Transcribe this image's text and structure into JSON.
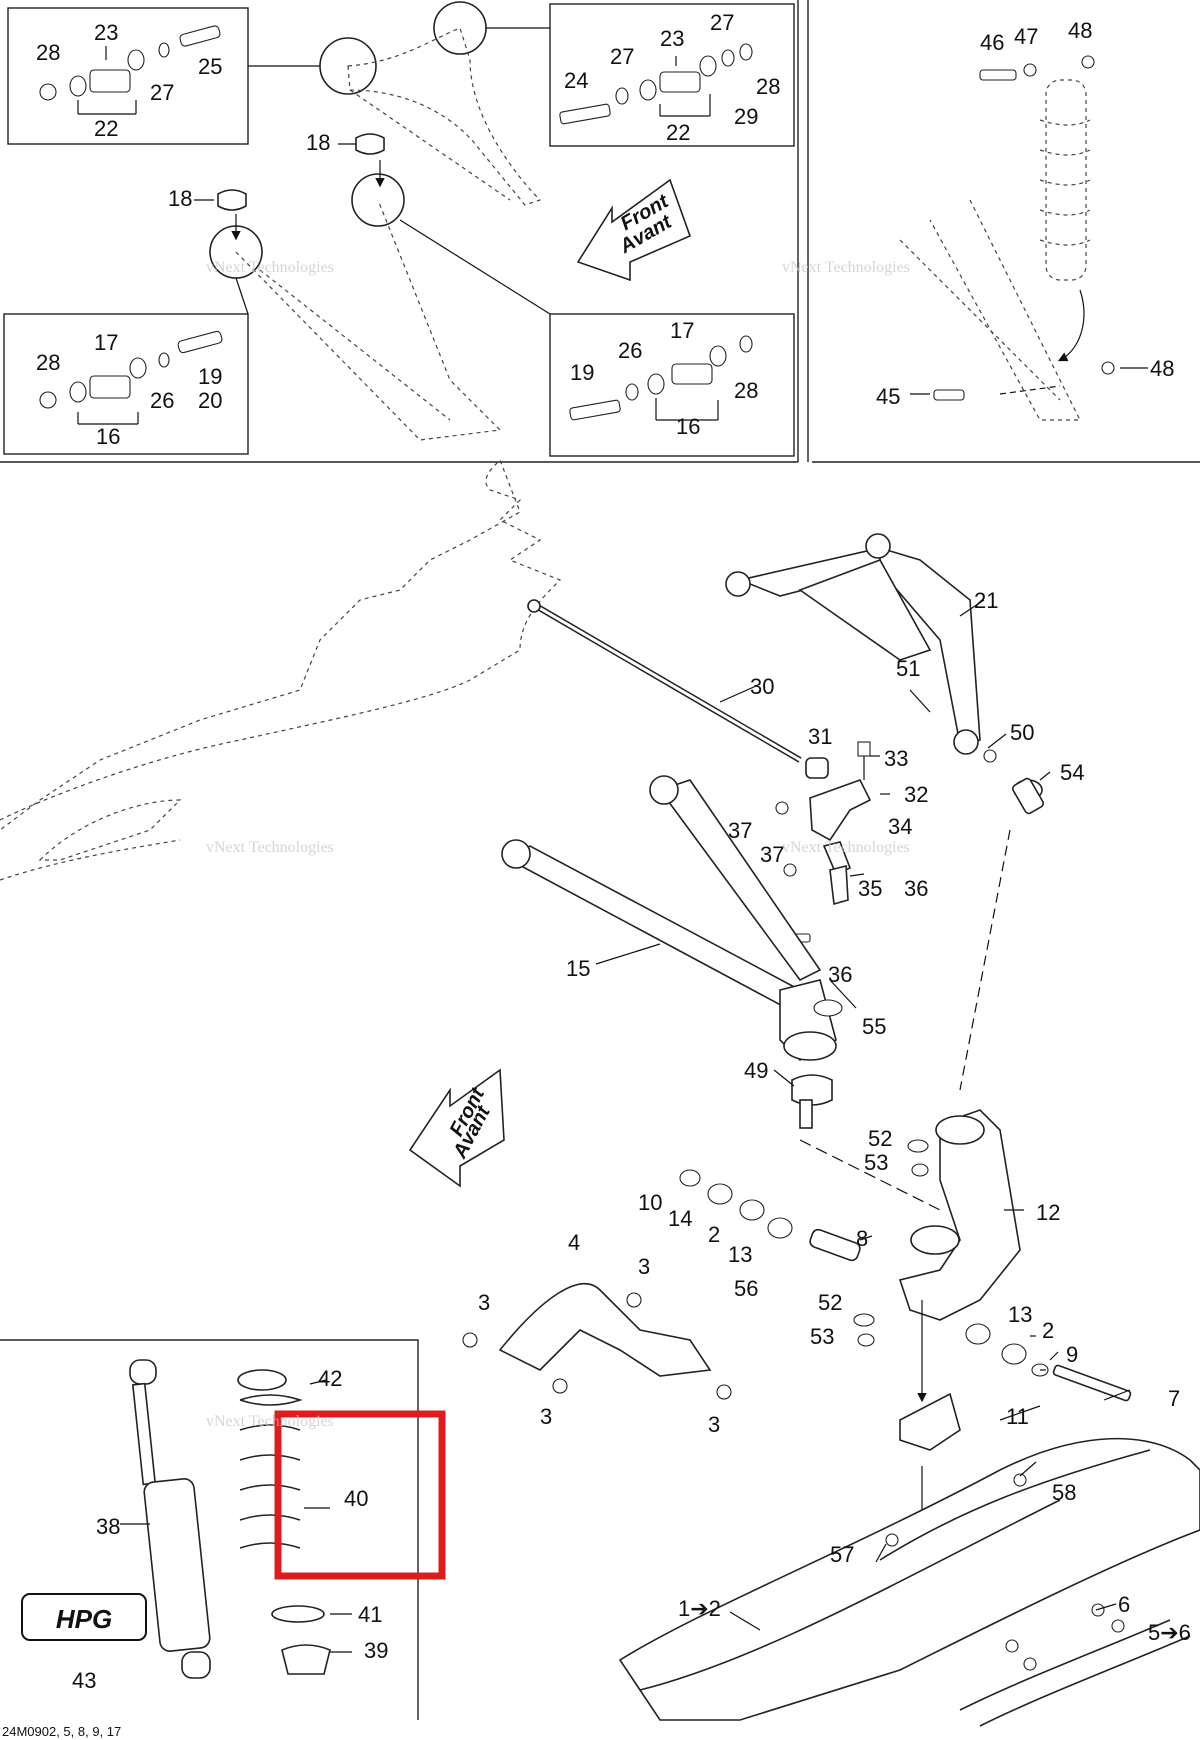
{
  "diagram": {
    "figure_code": "24M0902, 5, 8, 9, 17",
    "watermark": [
      "vNext Technologies",
      "vNext Technologies",
      "vNext Technologies",
      "vNext Technologies",
      "vNext Technologies"
    ],
    "front_arrow": {
      "line1": "Front",
      "line2": "Avant"
    },
    "hpg_logo": "HPG",
    "highlight_color": "#e01b1b",
    "callouts": {
      "c23a": "23",
      "c28a": "28",
      "c22a": "22",
      "c27a": "27",
      "c25": "25",
      "c23b": "23",
      "c27b": "27",
      "c27c": "27",
      "c24": "24",
      "c28b": "28",
      "c29": "29",
      "c22b": "22",
      "c18a": "18",
      "c18b": "18",
      "c17a": "17",
      "c28c": "28",
      "c16a": "16",
      "c26a": "26",
      "c19a": "19",
      "c20": "20",
      "c26b": "26",
      "c17b": "17",
      "c19b": "19",
      "c28d": "28",
      "c16b": "16",
      "c46": "46",
      "c47": "47",
      "c48a": "48",
      "c48b": "48",
      "c45": "45",
      "c21": "21",
      "c51": "51",
      "c30": "30",
      "c50": "50",
      "c31": "31",
      "c33": "33",
      "c54": "54",
      "c32": "32",
      "c37a": "37",
      "c34": "34",
      "c37b": "37",
      "c35": "35",
      "c36a": "36",
      "c15": "15",
      "c36b": "36",
      "c55": "55",
      "c49": "49",
      "c52a": "52",
      "c53a": "53",
      "c12": "12",
      "c10": "10",
      "c14": "14",
      "c2a": "2",
      "c13a": "13",
      "c8": "8",
      "c56": "56",
      "c4": "4",
      "c3a": "3",
      "c3b": "3",
      "c3c": "3",
      "c3d": "3",
      "c52b": "52",
      "c53b": "53",
      "c13b": "13",
      "c2b": "2",
      "c9": "9",
      "c7": "7",
      "c11": "11",
      "c42": "42",
      "c40": "40",
      "c38": "38",
      "c41": "41",
      "c39": "39",
      "c43": "43",
      "c58": "58",
      "c57": "57",
      "c1to2": "1➔2",
      "c6": "6",
      "c5to6": "5➔6"
    }
  }
}
